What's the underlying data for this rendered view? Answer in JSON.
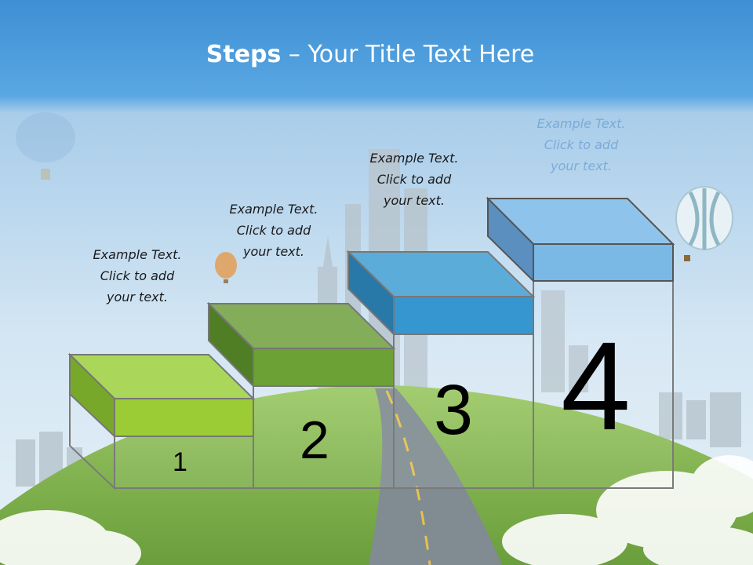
{
  "title": {
    "bold": "Steps",
    "rest": " – Your Title Text Here"
  },
  "steps": [
    {
      "number": "1",
      "label_lines": [
        "Example Text.",
        "Click  to add",
        "your text."
      ],
      "front": "#9ccc35",
      "top": "#aad75a",
      "side": "#78a82a"
    },
    {
      "number": "2",
      "label_lines": [
        "Example Text.",
        "Click  to add",
        "your text."
      ],
      "front": "#6ca135",
      "top": "#83ad58",
      "side": "#4f7e25"
    },
    {
      "number": "3",
      "label_lines": [
        "Example Text.",
        "Click  to add",
        "your text."
      ],
      "front": "#3596d0",
      "top": "#5cacd9",
      "side": "#2878a8"
    },
    {
      "number": "4",
      "label_lines": [
        "Example Text.",
        "Click  to add",
        "your text."
      ],
      "front": "#7ab8e6",
      "top": "#8ec4ec",
      "side": "#5b8fc0"
    }
  ],
  "colors": {
    "sky_top": "#3d8fd6",
    "sky_bottom": "#d6e8f5",
    "grass": "#7fb34a",
    "road": "#7d8a90",
    "outline": "#7a7a7a"
  }
}
